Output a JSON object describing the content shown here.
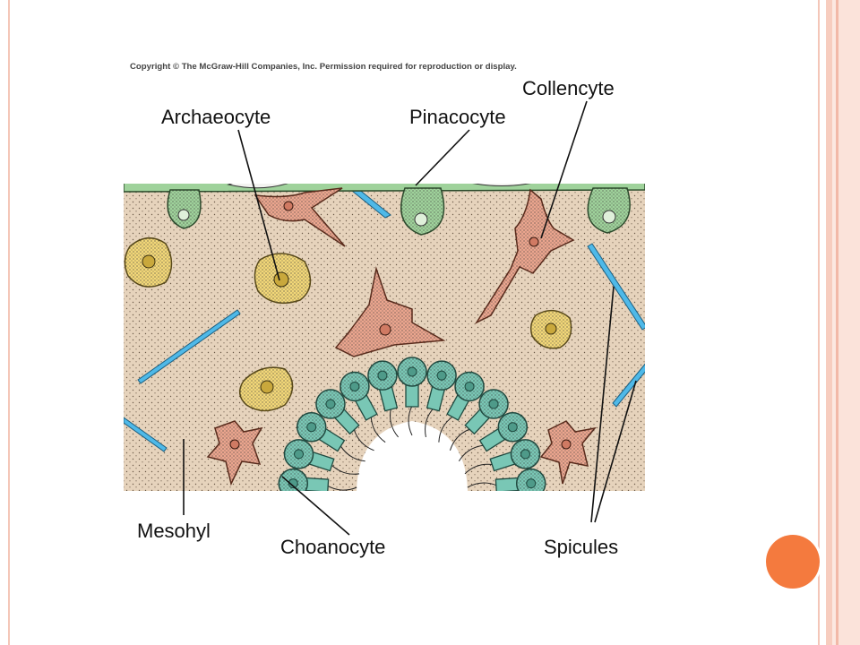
{
  "copyright": "Copyright © The McGraw-Hill Companies, Inc. Permission required for reproduction or display.",
  "labels": {
    "archaeocyte": "Archaeocyte",
    "pinacocyte": "Pinacocyte",
    "collencyte": "Collencyte",
    "mesohyl": "Mesohyl",
    "choanocyte": "Choanocyte",
    "spicules": "Spicules"
  },
  "colors": {
    "mesohyl": "#e6d3bc",
    "pinacocyte": "#9fd29b",
    "archaeocyte": "#f2d778",
    "collencyte": "#eba58e",
    "choanocyte": "#79c7b5",
    "spicule": "#4fb9e8",
    "accent": "#f47a3e",
    "border": "#f4c6b8"
  }
}
